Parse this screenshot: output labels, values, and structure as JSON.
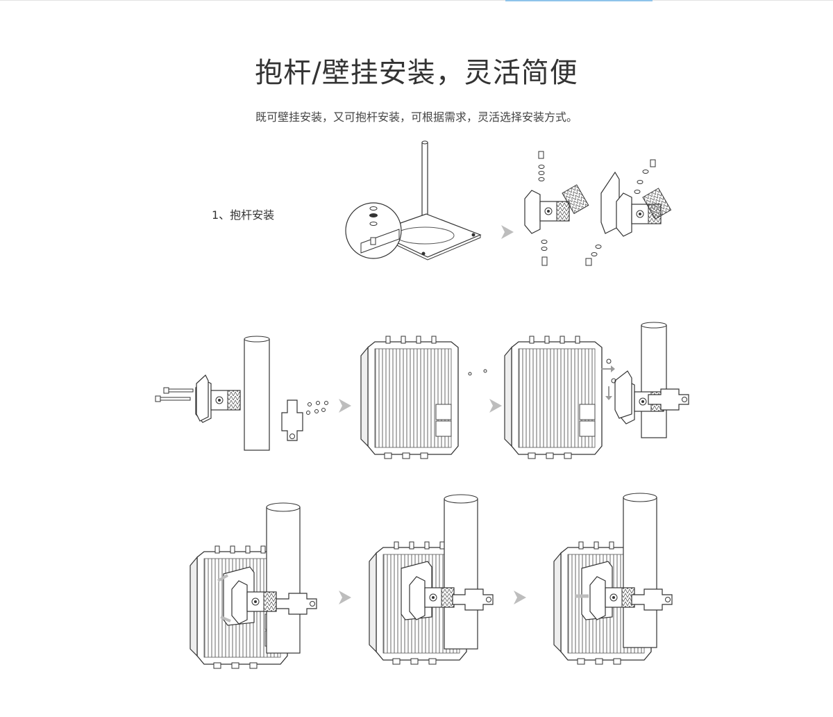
{
  "header": {
    "title": "抱杆/壁挂安装，灵活简便",
    "subtitle": "既可壁挂安装，又可抱杆安装，可根据需求，灵活选择安装方式。"
  },
  "steps": {
    "pole_mount_label": "1、抱杆安装"
  },
  "icons": {
    "step_arrow": "chevron-right-icon",
    "direction_arrow": "arrow-icon"
  },
  "colors": {
    "line": "#555555",
    "arrow_gray": "#bdbdbd",
    "accent": "#8ec3ea"
  }
}
